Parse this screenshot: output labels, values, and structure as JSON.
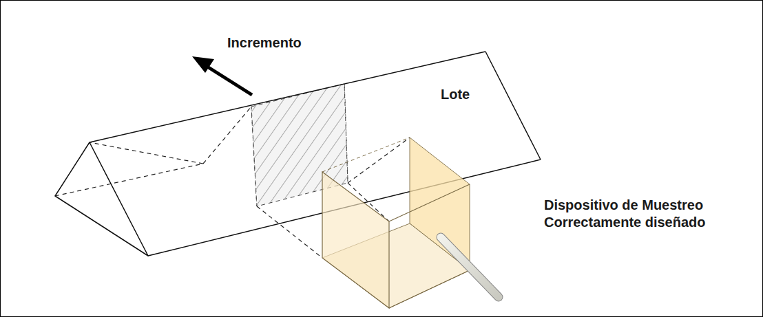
{
  "diagram": {
    "labels": [
      "Incremento",
      "Lote",
      "Dispositivo de Muestreo Correctamente diseñado"
    ]
  }
}
